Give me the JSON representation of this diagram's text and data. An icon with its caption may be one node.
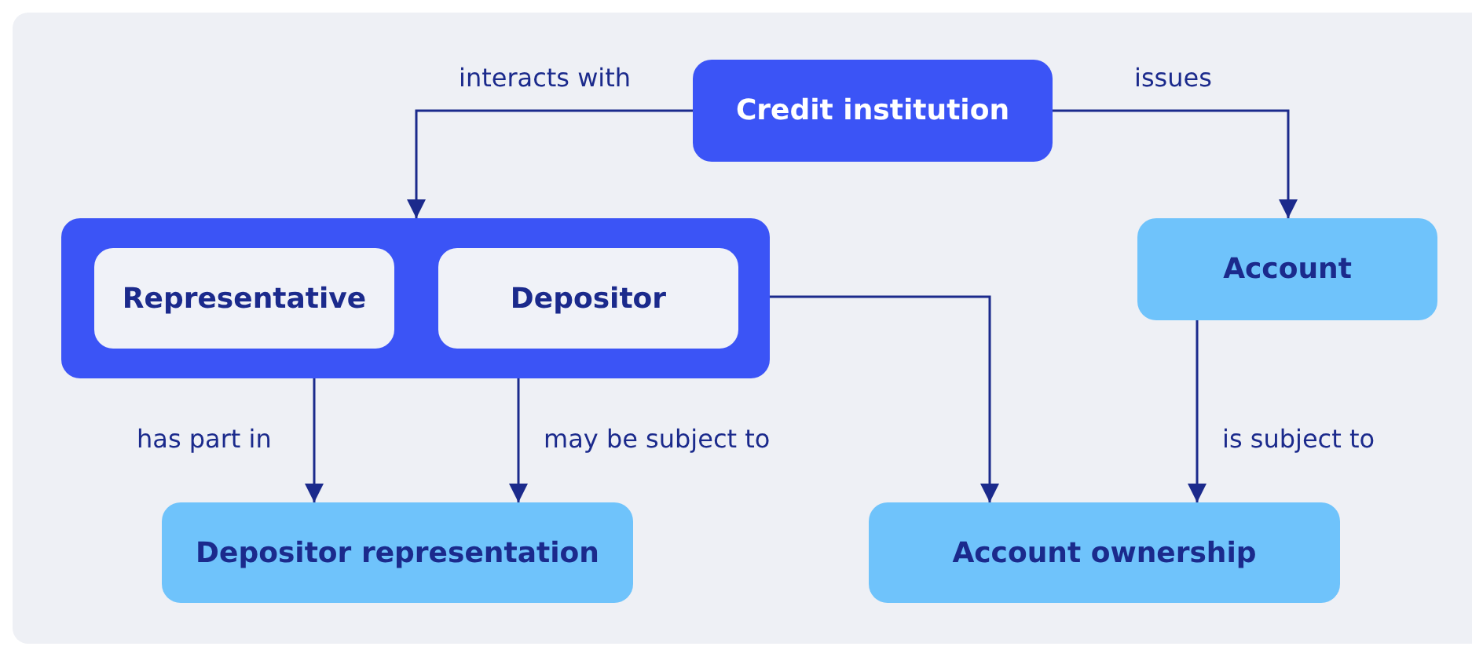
{
  "diagram": {
    "nodes": [
      {
        "text": [
          "Credit institution"
        ]
      },
      {
        "text": [],
        "shape": "box"
      },
      {
        "text": [
          "Representative"
        ],
        "in": 1
      },
      {
        "text": [
          "Depositor"
        ],
        "in": 1
      },
      {
        "text": [
          "Account"
        ]
      },
      {
        "text": [
          "Depositor representation"
        ]
      },
      {
        "text": [
          "Account ownership"
        ]
      }
    ],
    "edges": [
      {
        "from": 0,
        "to": 1,
        "arrow": "to",
        "label": "interacts with"
      },
      {
        "from": 0,
        "to": 4,
        "arrow": "to",
        "label": "issues"
      },
      {
        "from": 2,
        "to": 5,
        "arrow": "to",
        "label": "has part in"
      },
      {
        "from": 3,
        "to": 5,
        "arrow": "to",
        "label": "may be subject to"
      },
      {
        "from": 1,
        "to": 6,
        "arrow": "to"
      },
      {
        "from": 4,
        "to": 6,
        "arrow": "to",
        "label": "is subject to"
      }
    ]
  }
}
